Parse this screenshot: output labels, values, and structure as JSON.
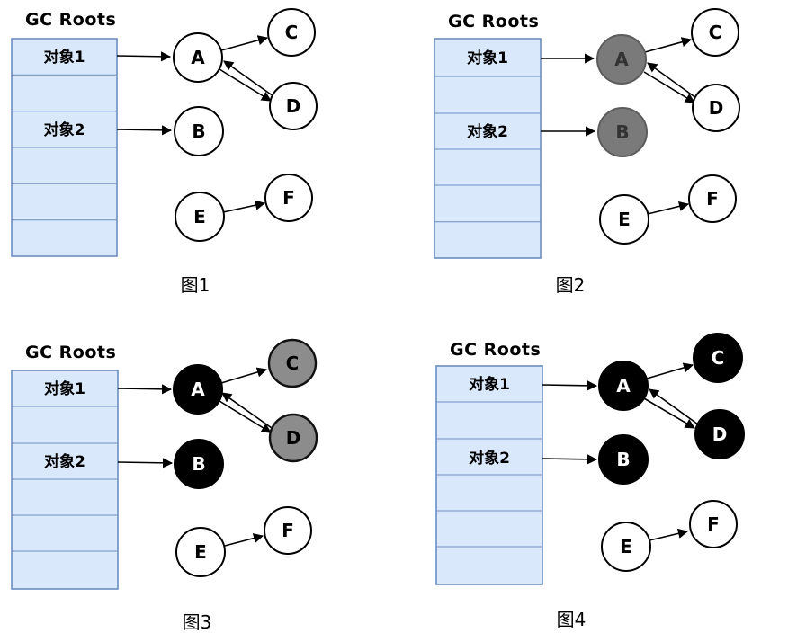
{
  "colors": {
    "background": "#ffffff",
    "table_fill": "#dae8fc",
    "table_border": "#6c8ebf",
    "node_white_fill": "#ffffff",
    "node_gray_fill": "#7a7a7a",
    "node_gray_ring_fill": "#8c8c8c",
    "node_black_fill": "#000000",
    "edge_stroke": "#000000"
  },
  "edges": [
    {
      "from": "对象1",
      "to": "A"
    },
    {
      "from": "对象2",
      "to": "B"
    },
    {
      "from": "A",
      "to": "C"
    },
    {
      "from": "A",
      "to": "D"
    },
    {
      "from": "D",
      "to": "A"
    },
    {
      "from": "E",
      "to": "F"
    }
  ],
  "panels": [
    {
      "caption": "图1",
      "gc_roots_label": "GC Roots",
      "table": {
        "row1_label": "对象1",
        "row2_label": "对象2",
        "row_count": 6
      },
      "nodes": {
        "A": {
          "label": "A",
          "state": "white"
        },
        "B": {
          "label": "B",
          "state": "white"
        },
        "C": {
          "label": "C",
          "state": "white"
        },
        "D": {
          "label": "D",
          "state": "white"
        },
        "E": {
          "label": "E",
          "state": "white"
        },
        "F": {
          "label": "F",
          "state": "white"
        }
      }
    },
    {
      "caption": "图2",
      "gc_roots_label": "GC Roots",
      "table": {
        "row1_label": "对象1",
        "row2_label": "对象2",
        "row_count": 6
      },
      "nodes": {
        "A": {
          "label": "A",
          "state": "gray"
        },
        "B": {
          "label": "B",
          "state": "gray"
        },
        "C": {
          "label": "C",
          "state": "white"
        },
        "D": {
          "label": "D",
          "state": "white"
        },
        "E": {
          "label": "E",
          "state": "white"
        },
        "F": {
          "label": "F",
          "state": "white"
        }
      }
    },
    {
      "caption": "图3",
      "gc_roots_label": "GC Roots",
      "table": {
        "row1_label": "对象1",
        "row2_label": "对象2",
        "row_count": 6
      },
      "nodes": {
        "A": {
          "label": "A",
          "state": "black"
        },
        "B": {
          "label": "B",
          "state": "black"
        },
        "C": {
          "label": "C",
          "state": "gray-ring"
        },
        "D": {
          "label": "D",
          "state": "gray-ring"
        },
        "E": {
          "label": "E",
          "state": "white"
        },
        "F": {
          "label": "F",
          "state": "white"
        }
      }
    },
    {
      "caption": "图4",
      "gc_roots_label": "GC Roots",
      "table": {
        "row1_label": "对象1",
        "row2_label": "对象2",
        "row_count": 6
      },
      "nodes": {
        "A": {
          "label": "A",
          "state": "black"
        },
        "B": {
          "label": "B",
          "state": "black"
        },
        "C": {
          "label": "C",
          "state": "black"
        },
        "D": {
          "label": "D",
          "state": "black"
        },
        "E": {
          "label": "E",
          "state": "white"
        },
        "F": {
          "label": "F",
          "state": "white"
        }
      }
    }
  ]
}
